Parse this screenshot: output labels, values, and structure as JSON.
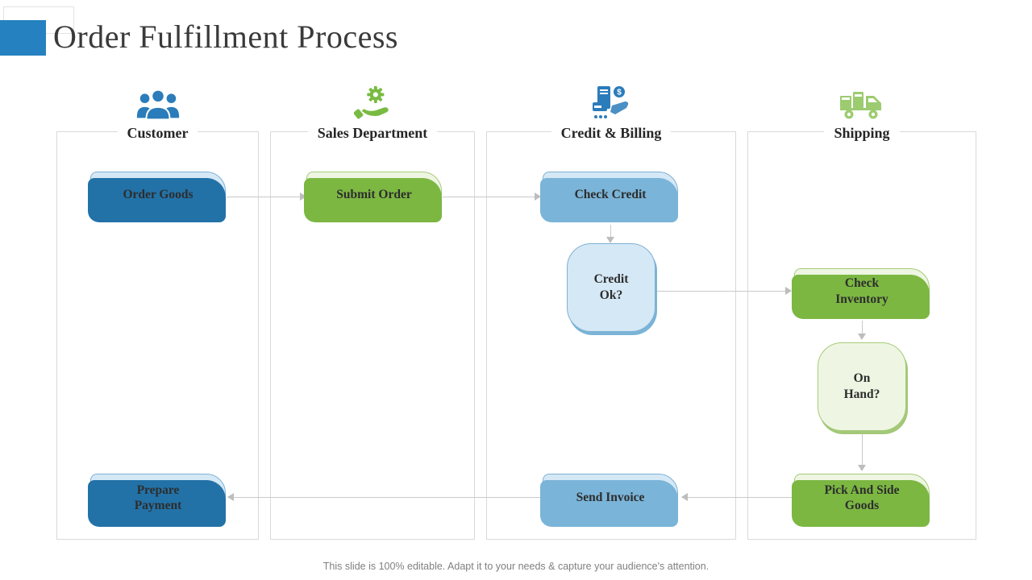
{
  "slide": {
    "title": "Order Fulfillment Process",
    "footer": "This slide is 100% editable. Adapt it to your needs & capture your audience's attention."
  },
  "lanes": [
    {
      "label": "Customer",
      "icon": "team-icon"
    },
    {
      "label": "Sales Department",
      "icon": "hand-gear-icon"
    },
    {
      "label": "Credit & Billing",
      "icon": "billing-icon"
    },
    {
      "label": "Shipping",
      "icon": "truck-icon"
    }
  ],
  "nodes": {
    "order_goods": "Order Goods",
    "submit_order": "Submit Order",
    "check_credit": "Check Credit",
    "credit_ok": "Credit Ok?",
    "check_inventory": "Check Inventory",
    "on_hand": "On Hand?",
    "pick_goods": "Pick And Side Goods",
    "send_invoice": "Send Invoice",
    "prepare_payment": "Prepare Payment"
  },
  "colors": {
    "brand_blue": "#2581bf",
    "title_color": "#3a3a3a",
    "text_color": "#2d2d2d",
    "footer_color": "#808080",
    "blue_fill": "#d5e8f6",
    "blue_border": "#7fb1d3",
    "blue_dark": "#2272a8",
    "blue_mid": "#7ab4d8",
    "green_fill": "#eef6e3",
    "green_border": "#a5cb76",
    "green_accent": "#7cb742",
    "green_shadow": "#a3c878",
    "icon_blue": "#2b7cba",
    "icon_green": "#79bb42",
    "icon_green_light": "#9ccb70",
    "lane_border": "#d9d9d9",
    "arrow": "#c9c9c9",
    "arrowhead": "#bdbdbd"
  }
}
